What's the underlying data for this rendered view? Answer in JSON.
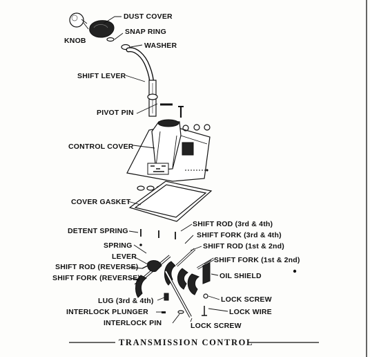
{
  "diagram": {
    "caption": "TRANSMISSION CONTROL",
    "labels": {
      "knob": "KNOB",
      "dust_cover": "DUST COVER",
      "snap_ring": "SNAP RING",
      "washer": "WASHER",
      "shift_lever": "SHIFT LEVER",
      "pivot_pin": "PIVOT PIN",
      "control_cover": "CONTROL COVER",
      "cover_gasket": "COVER GASKET",
      "detent_spring": "DETENT SPRING",
      "shift_rod_3_4": "SHIFT ROD (3rd & 4th)",
      "shift_fork_3_4": "SHIFT FORK (3rd & 4th)",
      "shift_rod_1_2": "SHIFT ROD (1st & 2nd)",
      "spring": "SPRING",
      "lever": "LEVER",
      "shift_fork_1_2": "SHIFT FORK (1st & 2nd)",
      "shift_rod_reverse": "SHIFT ROD (REVERSE)",
      "oil_shield": "OIL SHIELD",
      "shift_fork_reverse": "SHIFT FORK (REVERSE)",
      "lock_screw_upper": "LOCK SCREW",
      "lug_3_4": "LUG (3rd & 4th)",
      "lock_wire": "LOCK WIRE",
      "interlock_plunger": "INTERLOCK PLUNGER",
      "interlock_pin": "INTERLOCK PIN",
      "lock_screw_lower": "LOCK SCREW"
    }
  }
}
